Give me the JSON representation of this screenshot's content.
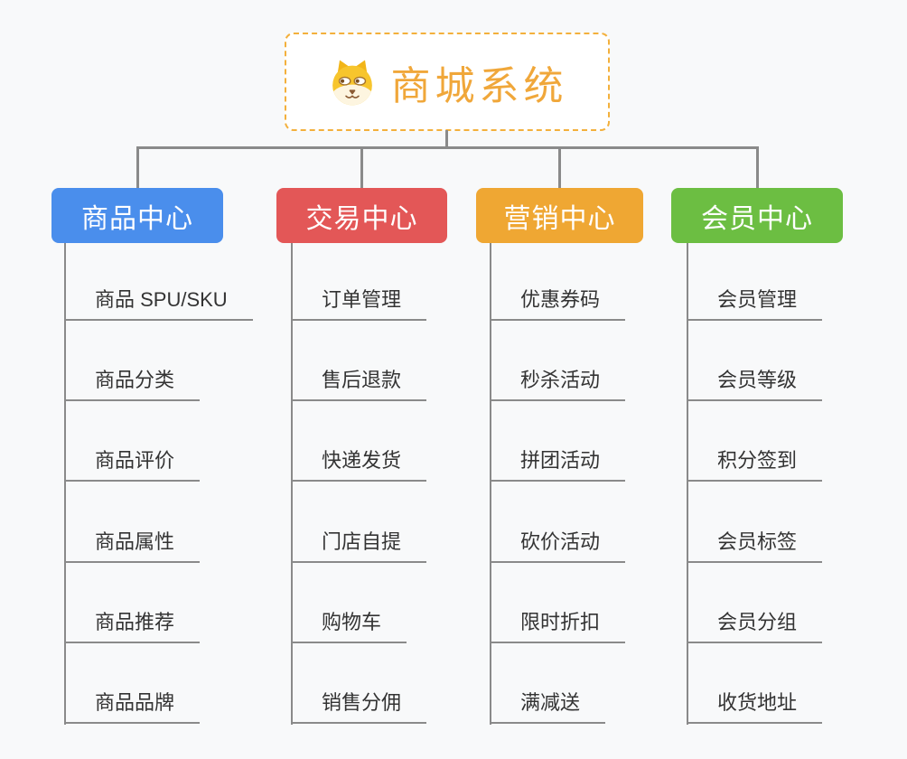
{
  "root": {
    "title": "商城系统",
    "icon": "dog-face",
    "title_color": "#f0a73a",
    "border_color": "#f3b03c"
  },
  "branches": [
    {
      "label": "商品中心",
      "color": "#4a8eec",
      "children": [
        "商品 SPU/SKU",
        "商品分类",
        "商品评价",
        "商品属性",
        "商品推荐",
        "商品品牌"
      ]
    },
    {
      "label": "交易中心",
      "color": "#e35757",
      "children": [
        "订单管理",
        "售后退款",
        "快递发货",
        "门店自提",
        "购物车",
        "销售分佣"
      ]
    },
    {
      "label": "营销中心",
      "color": "#efa733",
      "children": [
        "优惠券码",
        "秒杀活动",
        "拼团活动",
        "砍价活动",
        "限时折扣",
        "满减送"
      ]
    },
    {
      "label": "会员中心",
      "color": "#6cbe42",
      "children": [
        "会员管理",
        "会员等级",
        "积分签到",
        "会员标签",
        "会员分组",
        "收货地址"
      ]
    }
  ],
  "connector_color": "#8a8a8a",
  "leaf_text_color": "#333333",
  "background_color": "#f8f9fa"
}
